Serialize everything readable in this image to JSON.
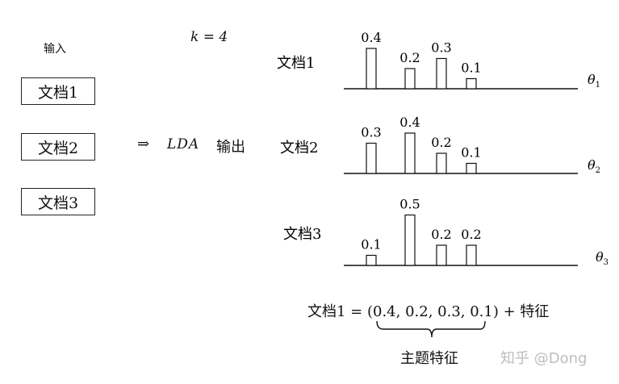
{
  "input_label": "输入",
  "inputs": [
    "文档1",
    "文档2",
    "文档3"
  ],
  "k_label": "k = 4",
  "arrow": "⇒",
  "lda_label": "LDA",
  "output_label": "输出",
  "chart_data": {
    "type": "bar",
    "rows": [
      {
        "doc": "文档1",
        "theta": "θ",
        "sub": "1",
        "values": [
          0.4,
          0.2,
          0.3,
          0.1
        ]
      },
      {
        "doc": "文档2",
        "theta": "θ",
        "sub": "2",
        "values": [
          0.3,
          0.4,
          0.2,
          0.1
        ]
      },
      {
        "doc": "文档3",
        "theta": "θ",
        "sub": "3",
        "values": [
          0.1,
          0.5,
          0.2,
          0.2
        ]
      }
    ]
  },
  "equation": {
    "lhs": "文档1 = ",
    "vector": "(0.4, 0.2, 0.3, 0.1)",
    "rhs": " + 特征",
    "brace_label": "主题特征"
  },
  "watermark": "知乎 @Dong"
}
